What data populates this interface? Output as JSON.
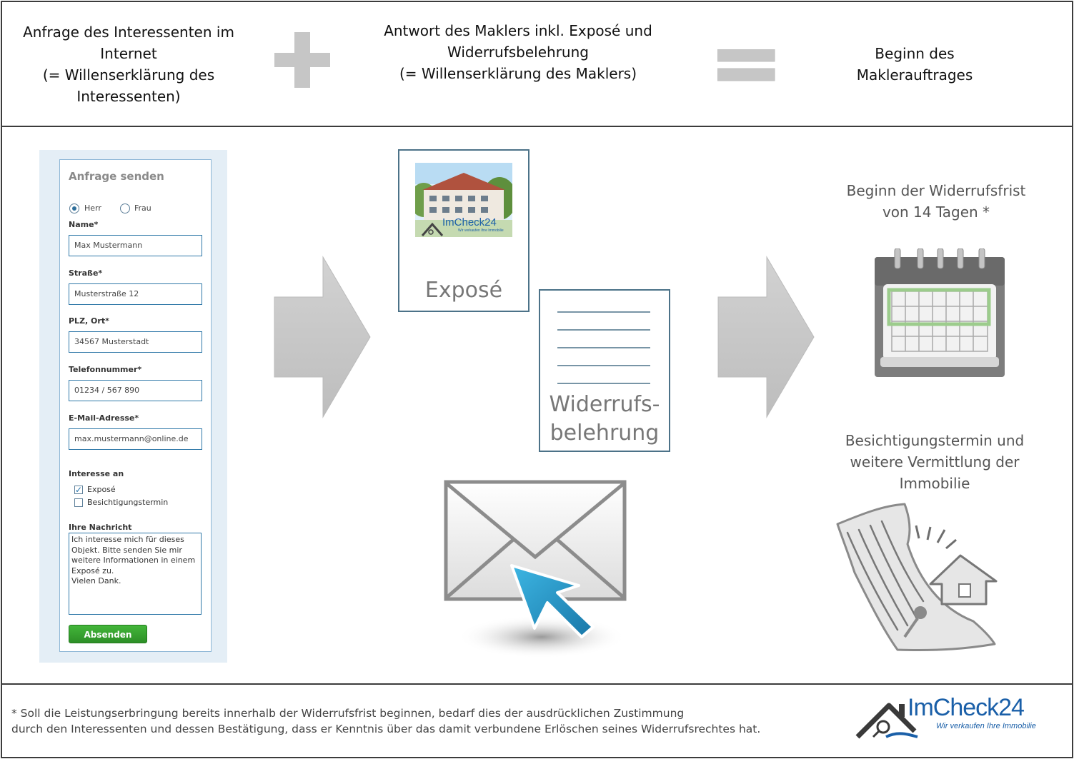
{
  "header": {
    "request": "Anfrage des Interessenten im\nInternet\n(= Willenserklärung des\nInteressenten)",
    "answer": "Antwort des Maklers inkl. Exposé und\nWiderrufsbelehrung\n(= Willenserklärung des Maklers)",
    "result": "Beginn des\nMaklerauftrages"
  },
  "form": {
    "title": "Anfrage senden",
    "salutation_1": "Herr",
    "salutation_2": "Frau",
    "name_label": "Name*",
    "name_value": "Max Mustermann",
    "street_label": "Straße*",
    "street_value": "Musterstraße 12",
    "city_label": "PLZ, Ort*",
    "city_value": "34567 Musterstadt",
    "phone_label": "Telefonnummer*",
    "phone_value": "01234 / 567 890",
    "email_label": "E-Mail-Adresse*",
    "email_value": "max.mustermann@online.de",
    "interest_label": "Interesse an",
    "interest_1": "Exposé",
    "interest_2": "Besichtigungstermin",
    "message_label": "Ihre Nachricht",
    "message_value": "Ich interesse mich für dieses\nObjekt. Bitte senden Sie mir\nweitere Informationen in einem\nExposé zu.\nVielen Dank.",
    "submit_label": "Absenden"
  },
  "documents": {
    "expose_title": "Exposé",
    "expose_logo_main": "ImCheck24",
    "expose_logo_sub": "Wir verkaufen Ihre Immobilie",
    "withdrawal_title": "Widerrufs-\nbelehrung"
  },
  "outcomes": {
    "withdrawal_period": "Beginn der Widerrufsfrist\nvon 14 Tagen *",
    "viewing": "Besichtigungstermin und\nweitere Vermittlung der\nImmobilie"
  },
  "footer": {
    "note": "* Soll die Leistungserbringung bereits innerhalb der Widerrufsfrist beginnen, bedarf dies der ausdrücklichen Zustimmung\ndurch den Interessenten und dessen Bestätigung, dass er Kenntnis über das damit verbundene Erlöschen seines Widerrufsrechtes hat.",
    "logo_main": "ImCheck24",
    "logo_sub": "Wir verkaufen Ihre Immobilie"
  },
  "colors": {
    "frame": "#3c3c3c",
    "doc_border": "#4c7288",
    "arrow": "#c9c9c9",
    "accent_green": "#2d8f27",
    "brand_blue": "#1a5fa8"
  }
}
